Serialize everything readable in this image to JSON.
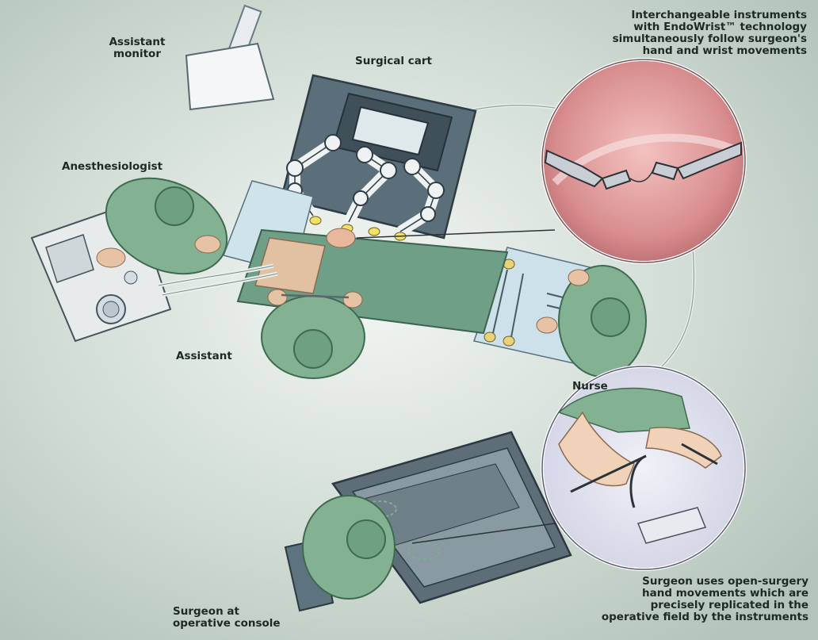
{
  "labels": {
    "assistant_monitor": "Assistant\nmonitor",
    "surgical_cart": "Surgical cart",
    "anesthesiologist": "Anesthesiologist",
    "assistant": "Assistant",
    "nurse": "Nurse",
    "surgeon_console": "Surgeon at\noperative console",
    "endowrist_caption": "Interchangeable instruments\nwith EndoWrist™ technology\nsimultaneously follow surgeon's\nhand and wrist movements",
    "surgeon_caption": "Surgeon uses open-surgery\nhand movements which are\nprecisely replicated in the\noperative field by the instruments"
  },
  "colors": {
    "background": "#c9d6cf",
    "gown": "#7fae8e",
    "gown_dark": "#4f7f62",
    "patient_drape": "#6fa287",
    "equipment": "#5c6f7a",
    "equipment_dark": "#3d4c55",
    "screen_light": "#e6eef0",
    "skin": "#e9c6a6",
    "tissue": "#d98a8c",
    "instrument": "#c8ccd2"
  }
}
